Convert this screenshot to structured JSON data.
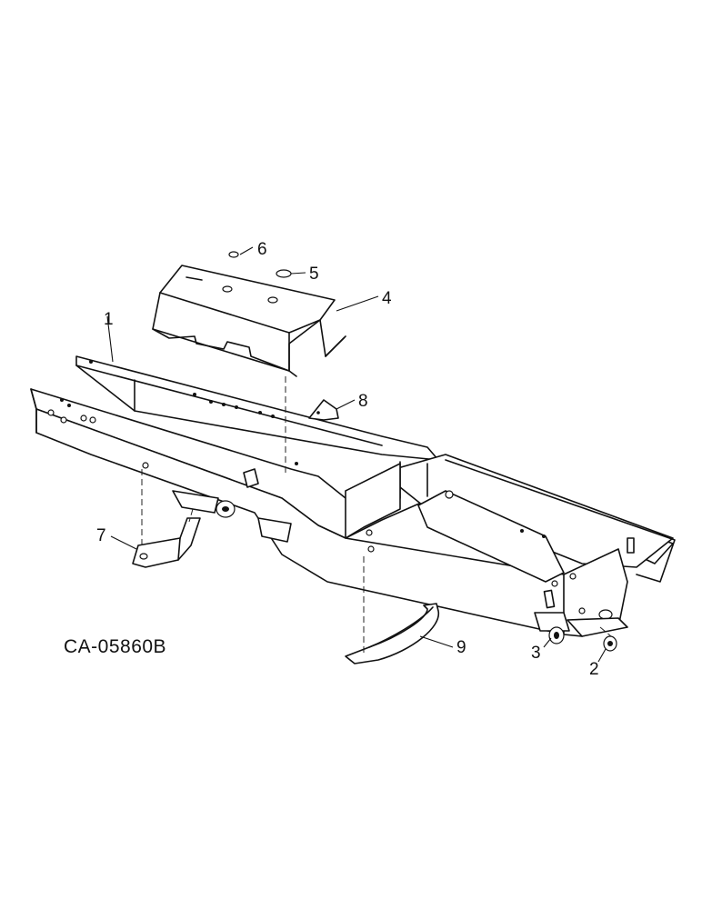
{
  "drawing_code": "CA-05860B",
  "callouts": {
    "c1": "1",
    "c2": "2",
    "c3": "3",
    "c4": "4",
    "c5": "5",
    "c6": "6",
    "c7": "7",
    "c8": "8",
    "c9": "9"
  }
}
